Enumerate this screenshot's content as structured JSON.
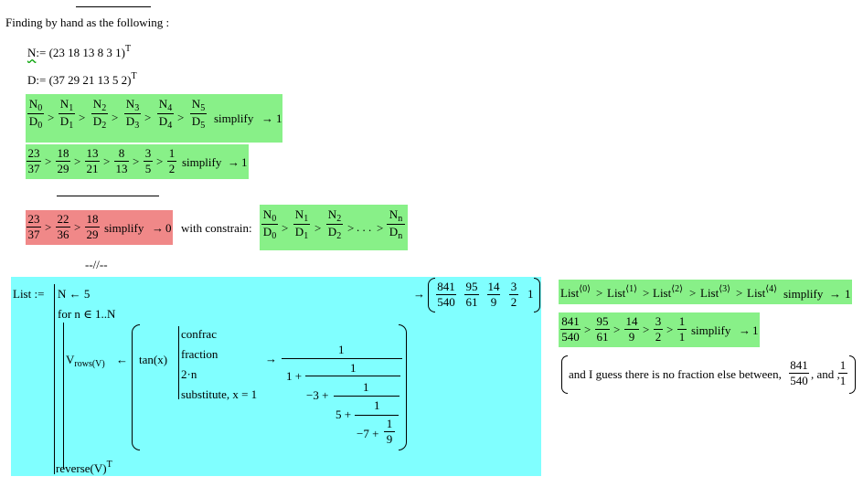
{
  "header": {
    "title": "Finding by hand as the following :"
  },
  "defs": {
    "N_name": "N",
    "N_vec": ":= (23  18  13  8  3  1)",
    "D_name": "D",
    "D_vec": ":= (37  29  21  13  5  2)",
    "T": "T"
  },
  "symbolic": {
    "nums": [
      "N",
      "N",
      "N",
      "N",
      "N",
      "N"
    ],
    "dens": [
      "D",
      "D",
      "D",
      "D",
      "D",
      "D"
    ],
    "idx": [
      "0",
      "1",
      "2",
      "3",
      "4",
      "5"
    ],
    "gt": ">",
    "simplify": "simplify",
    "arrow": "→",
    "result": "1"
  },
  "numeric": {
    "nums": [
      "23",
      "18",
      "13",
      "8",
      "3",
      "1"
    ],
    "dens": [
      "37",
      "29",
      "21",
      "13",
      "5",
      "2"
    ],
    "result": "1"
  },
  "counter": {
    "nums": [
      "23",
      "22",
      "18"
    ],
    "dens": [
      "37",
      "36",
      "29"
    ],
    "result": "0",
    "with_label": "with constrain:",
    "c_nums": [
      "N",
      "N",
      "N",
      "N"
    ],
    "c_dens": [
      "D",
      "D",
      "D",
      "D"
    ],
    "c_idx": [
      "0",
      "1",
      "2",
      "n"
    ],
    "dots": ". . ."
  },
  "divider_text": "--//--",
  "program": {
    "assign": "List :=",
    "line1": "N ← 5",
    "line2": "for  n ∈ 1..N",
    "v_name": "V",
    "v_sub": "rows(V)",
    "v_arrow": "←",
    "tan": "tan(x)",
    "kw": [
      "confrac",
      "fraction",
      "2·n",
      "substitute, x = 1"
    ],
    "cf_one": "1",
    "cf_terms": [
      "1 +",
      "−3 +",
      "5 +",
      "−7 +"
    ],
    "cf_last": "9",
    "last_line": "reverse(V)",
    "result_nums": [
      "841",
      "95",
      "14",
      "3",
      "1"
    ],
    "result_dens": [
      "540",
      "61",
      "9",
      "2",
      ""
    ]
  },
  "right": {
    "list_name": "List",
    "list_idx": [
      "⟨0⟩",
      "⟨1⟩",
      "⟨2⟩",
      "⟨3⟩",
      "⟨4⟩"
    ],
    "result1": "1",
    "nums": [
      "841",
      "95",
      "14",
      "3",
      "1"
    ],
    "dens": [
      "540",
      "61",
      "9",
      "2",
      "1"
    ],
    "result2": "1",
    "note_prefix": "and I guess there is no fraction else between,",
    "note_num1": "841",
    "note_den1": "540",
    "note_mid": ", and ,",
    "note_num2": "1",
    "note_den2": "1"
  }
}
